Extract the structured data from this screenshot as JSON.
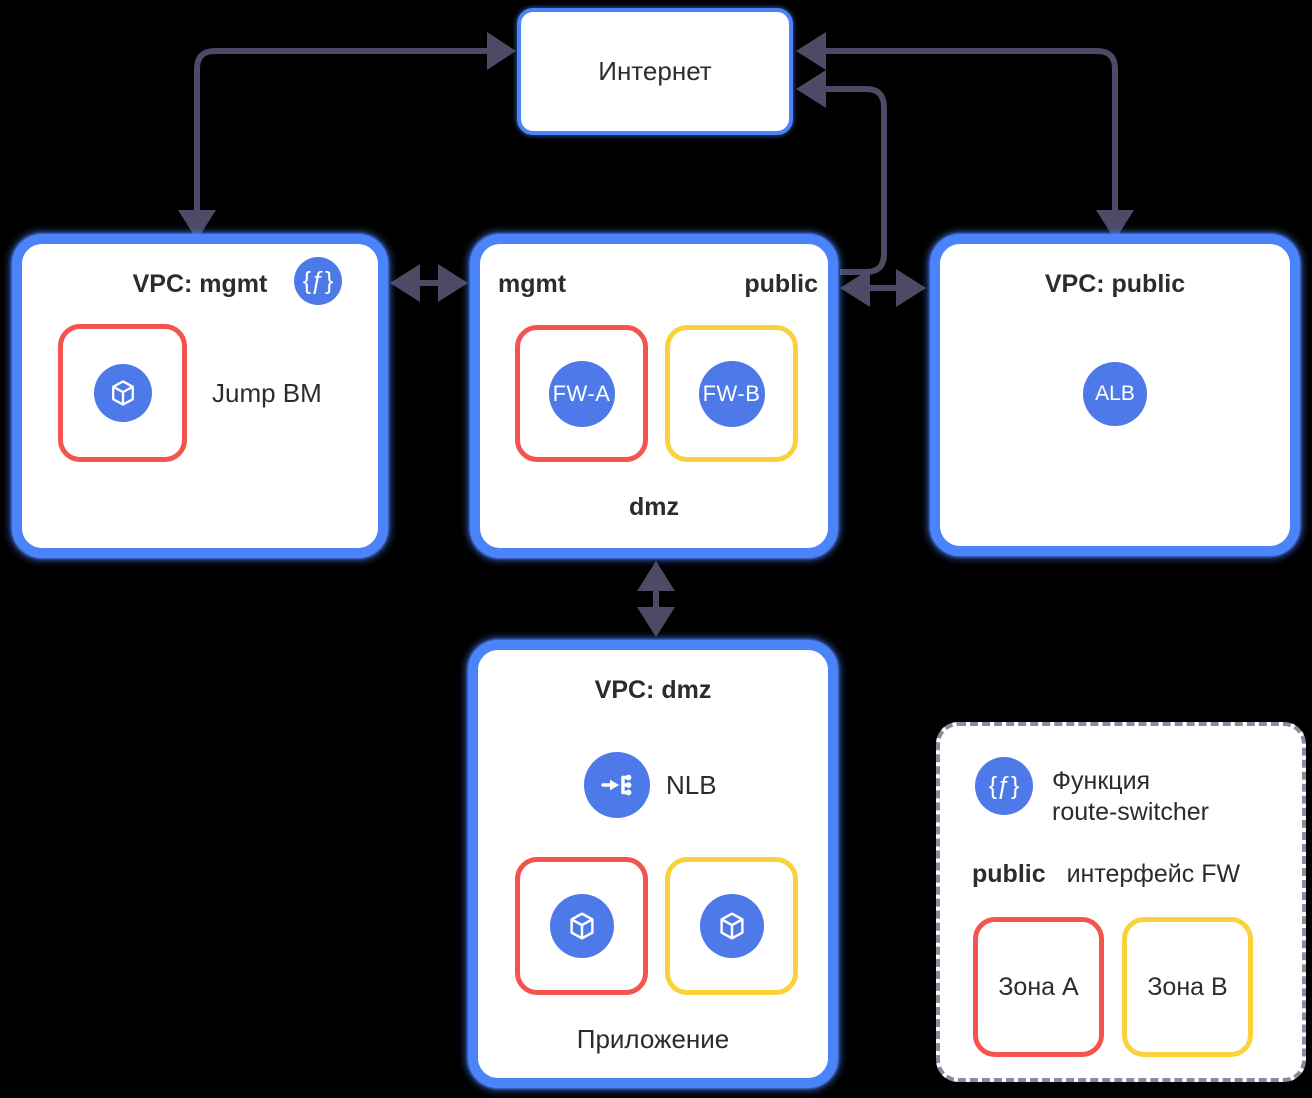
{
  "colors": {
    "background": "#000000",
    "vpc_border_blue": "#4b84f9",
    "service_circle_blue": "#4d7ae8",
    "zone_a_red": "#f4544e",
    "zone_b_yellow": "#fbd23e",
    "arrow_slate": "#4c4a64",
    "text_dark": "#2b2b31",
    "legend_dash_gray": "#8b8a9e"
  },
  "internet": {
    "label": "Интернет"
  },
  "vpc_mgmt": {
    "title": "VPC: mgmt",
    "vm_label": "Jump ВМ"
  },
  "fw_vpc": {
    "left_zone": "mgmt",
    "right_zone": "public",
    "fw_a": "FW-A",
    "fw_b": "FW-B",
    "bottom_zone": "dmz"
  },
  "vpc_public": {
    "title": "VPC: public",
    "alb": "ALB"
  },
  "vpc_dmz": {
    "title": "VPC: dmz",
    "nlb": "NLB",
    "app_label": "Приложение"
  },
  "legend": {
    "function_line1": "Функция",
    "function_line2": "route-switcher",
    "public_word": "public",
    "fw_interface": "интерфейс FW",
    "zone_a": "Зона A",
    "zone_b": "Зона B"
  },
  "icons": {
    "function_glyph": "{ƒ}"
  }
}
